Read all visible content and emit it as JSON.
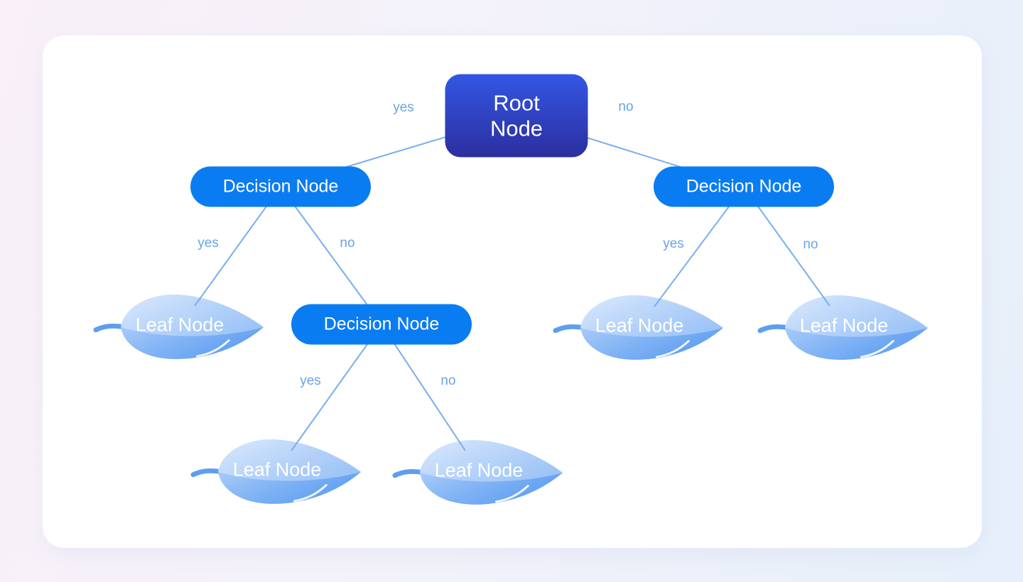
{
  "nodes": {
    "root": {
      "label": "Root Node"
    },
    "decision_left": {
      "label": "Decision Node"
    },
    "decision_right": {
      "label": "Decision Node"
    },
    "decision_mid": {
      "label": "Decision Node"
    },
    "leaf_1": {
      "label": "Leaf Node"
    },
    "leaf_2": {
      "label": "Leaf Node"
    },
    "leaf_3": {
      "label": "Leaf Node"
    },
    "leaf_4": {
      "label": "Leaf Node"
    },
    "leaf_5": {
      "label": "Leaf Node"
    }
  },
  "edge_labels": {
    "root_left": "yes",
    "root_right": "no",
    "dleft_left": "yes",
    "dleft_right": "no",
    "dmid_left": "yes",
    "dmid_right": "no",
    "dright_left": "yes",
    "dright_right": "no"
  },
  "colors": {
    "root_gradient_top": "#3356e3",
    "root_gradient_bottom": "#2c2f9f",
    "decision_fill": "#0a7cf2",
    "leaf_gradient_light": "#c9dffc",
    "leaf_gradient_dark": "#4f95ef",
    "edge_line": "#79aeec",
    "edge_label_text": "#68a4e8",
    "node_text": "#ffffff",
    "card_background": "#ffffff",
    "page_background_left": "#f9f0f8",
    "page_background_right": "#e6effa"
  }
}
